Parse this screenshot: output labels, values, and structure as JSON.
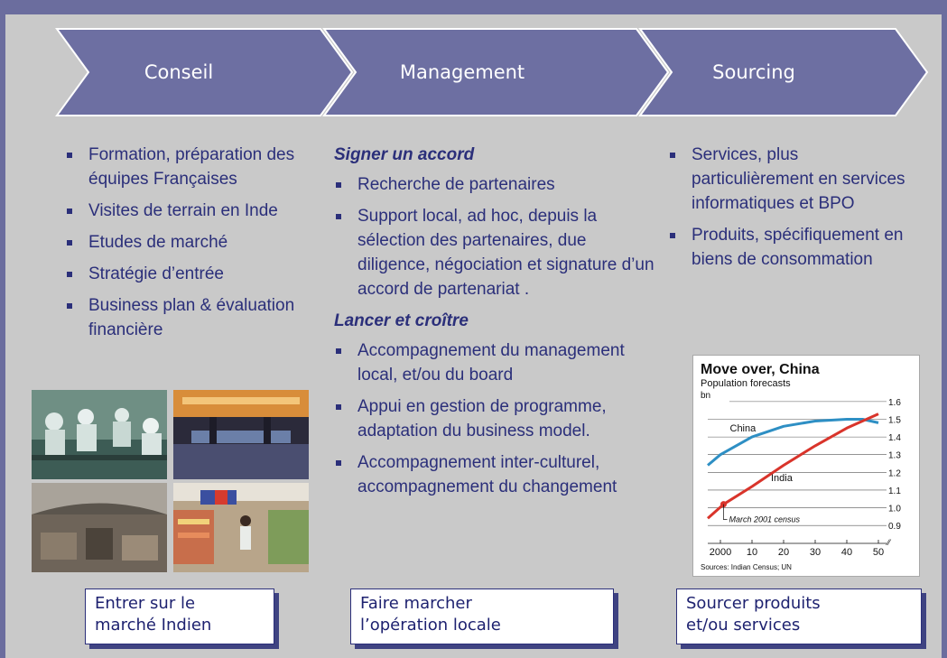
{
  "chevrons": [
    {
      "label": "Conseil"
    },
    {
      "label": "Management"
    },
    {
      "label": "Sourcing"
    }
  ],
  "conseil": {
    "items": [
      "Formation, préparation des équipes Françaises",
      "Visites de terrain en Inde",
      "Etudes de marché",
      "Stratégie d’entrée",
      "Business plan & évaluation financière"
    ]
  },
  "management": {
    "heading1": "Signer un accord",
    "items1": [
      "Recherche de partenaires",
      "Support local, ad hoc, depuis la sélection des partenaires, due diligence, négociation et signature d’un accord de partenariat ."
    ],
    "heading2": "Lancer et croître",
    "items2": [
      "Accompagnement du management local, et/ou du board",
      "Appui en gestion de programme, adaptation du business model.",
      "Accompagnement inter-culturel, accompagnement du changement"
    ]
  },
  "sourcing": {
    "items": [
      "Services, plus particulièrement en services informatiques et BPO",
      "Produits, spécifiquement en biens de consommation"
    ]
  },
  "chart_data": {
    "type": "line",
    "title": "Move over, China",
    "subtitle": "Population forecasts",
    "ylabel": "bn",
    "x_tick_labels": [
      "2000",
      "10",
      "20",
      "30",
      "40",
      "50"
    ],
    "y_tick_labels": [
      "1.6",
      "1.5",
      "1.4",
      "1.3",
      "1.2",
      "1.1",
      "1.0",
      "0.9"
    ],
    "xlim": [
      1996,
      2052
    ],
    "ylim": [
      0.85,
      1.63
    ],
    "series": [
      {
        "name": "China",
        "color": "#2e8fc4",
        "x": [
          1996,
          2000,
          2010,
          2020,
          2030,
          2040,
          2045,
          2050
        ],
        "y": [
          1.24,
          1.3,
          1.4,
          1.46,
          1.49,
          1.5,
          1.5,
          1.48
        ]
      },
      {
        "name": "India",
        "color": "#d9342b",
        "x": [
          1996,
          2001,
          2010,
          2020,
          2030,
          2040,
          2050
        ],
        "y": [
          0.94,
          1.02,
          1.12,
          1.24,
          1.35,
          1.45,
          1.53
        ]
      }
    ],
    "annotation": {
      "label": "March 2001 census",
      "x": 2001,
      "y": 1.02
    },
    "source": "Sources: Indian Census; UN"
  },
  "outcomes": [
    {
      "line1": "Entrer sur le",
      "line2": "marché Indien"
    },
    {
      "line1": "Faire marcher",
      "line2": "l’opération locale"
    },
    {
      "line1": "Sourcer produits",
      "line2": "et/ou  services"
    }
  ],
  "colors": {
    "background": "#6b6d9e",
    "panel": "#c9c9c9",
    "chevron": "#6d6fa2",
    "text": "#2b2f7a"
  }
}
